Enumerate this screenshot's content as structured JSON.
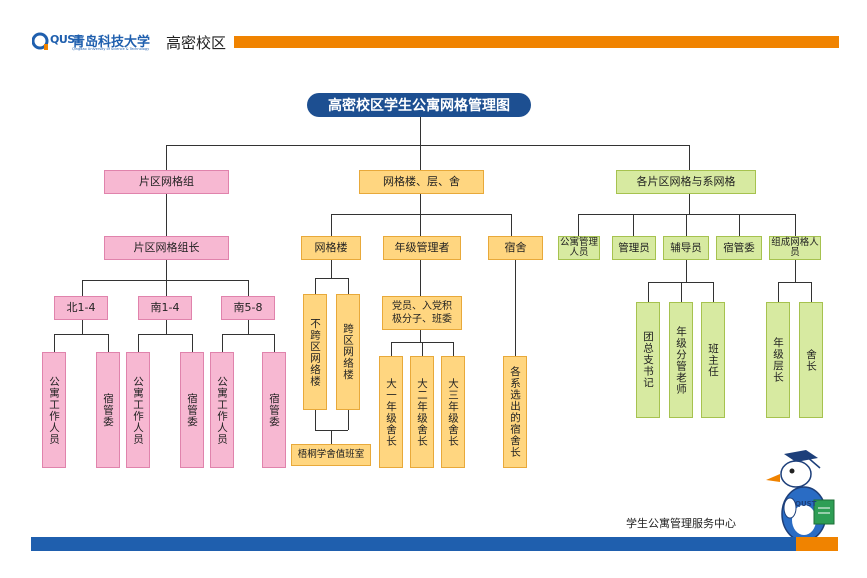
{
  "header": {
    "logo_mark": "QUST",
    "university_name": "青岛科技大学",
    "university_name_en": "Qingdao University of Science & Technology",
    "campus": "高密校区"
  },
  "colors": {
    "orange": "#f08300",
    "blue": "#1f5fae",
    "title_bg": "#1d4f91",
    "pink": "#f7b8d2",
    "yellow": "#ffd680",
    "green": "#d7eaa1"
  },
  "title": "高密校区学生公寓网格管理图",
  "branches": {
    "left": {
      "label": "片区网格组",
      "sub": "片区网格组长",
      "groups": [
        {
          "label": "北1-4",
          "items": [
            "公寓工作人员",
            "宿管委"
          ]
        },
        {
          "label": "南1-4",
          "items": [
            "公寓工作人员",
            "宿管委"
          ]
        },
        {
          "label": "南5-8",
          "items": [
            "公寓工作人员",
            "宿管委"
          ]
        }
      ]
    },
    "middle": {
      "label": "网格楼、层、舍",
      "building": {
        "label": "网格楼",
        "items": [
          "不跨区网络楼",
          "跨区网络楼"
        ],
        "bottom": "梧桐学舍值班室"
      },
      "grade": {
        "label": "年级管理者",
        "sub": "党员、入党积极分子、班委",
        "items": [
          "大一年级舍长",
          "大二年级舍长",
          "大三年级舍长"
        ]
      },
      "dorm": {
        "label": "宿舍",
        "item": "各系选出的宿舍长"
      }
    },
    "right": {
      "label": "各片区网格与系网格",
      "items": [
        "公寓管理人员",
        "管理员",
        "辅导员",
        "宿管委",
        "组成网格人员"
      ],
      "counselor_items": [
        "团总支书记",
        "年级分管老师",
        "班主任"
      ],
      "grid_items": [
        "年级层长",
        "舍长"
      ]
    }
  },
  "footer": {
    "center": "学生公寓管理服务中心",
    "mascot_badge": "QUST"
  }
}
